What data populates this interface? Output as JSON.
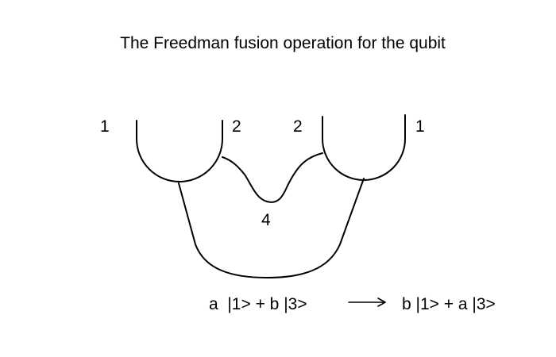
{
  "diagram": {
    "title": "The Freedman fusion operation for the qubit",
    "labels": {
      "top_left_outer": "1",
      "top_left_inner": "2",
      "top_right_inner": "2",
      "top_right_outer": "1",
      "middle": "4"
    },
    "equation": {
      "left": "a  |1> + b |3>",
      "arrow": "long-right-arrow-icon",
      "right": "b |1> + a |3>"
    },
    "colors": {
      "stroke": "#000000",
      "background": "#ffffff"
    }
  }
}
